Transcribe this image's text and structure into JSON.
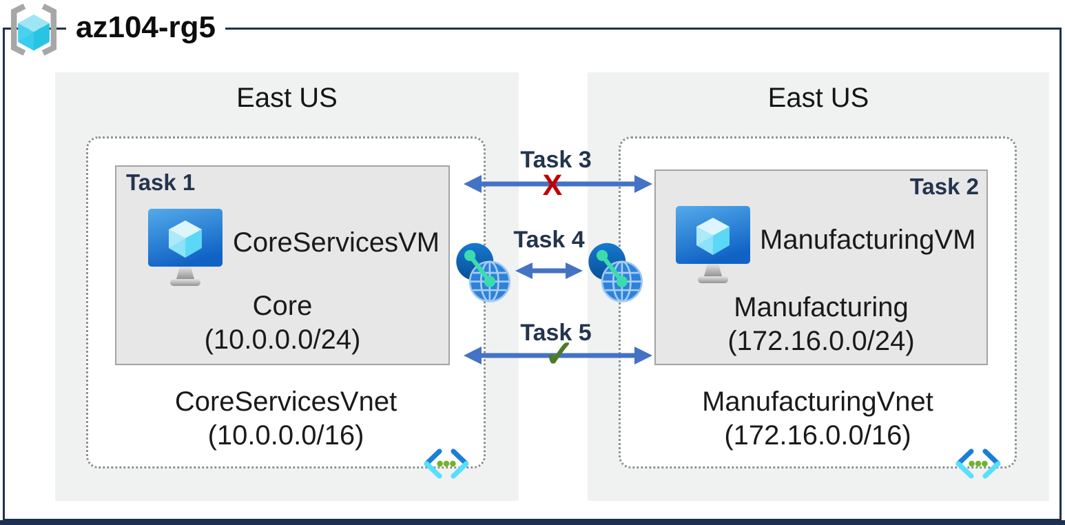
{
  "resource_group": {
    "name": "az104-rg5"
  },
  "regions": [
    {
      "name": "East US",
      "vnet": {
        "name": "CoreServicesVnet",
        "cidr": "(10.0.0.0/16)",
        "subnet": {
          "task": "Task 1",
          "vm": "CoreServicesVM",
          "name": "Core",
          "cidr": "(10.0.0.0/24)"
        }
      }
    },
    {
      "name": "East US",
      "vnet": {
        "name": "ManufacturingVnet",
        "cidr": "(172.16.0.0/16)",
        "subnet": {
          "task": "Task 2",
          "vm": "ManufacturingVM",
          "name": "Manufacturing",
          "cidr": "(172.16.0.0/24)"
        }
      }
    }
  ],
  "connections": [
    {
      "label": "Task 3",
      "marker": "X"
    },
    {
      "label": "Task 4",
      "marker": ""
    },
    {
      "label": "Task 5",
      "marker": "✓"
    }
  ],
  "icons": {
    "header": "resource-group-icon",
    "vm": "virtual-machine-icon",
    "vnet": "virtual-network-icon",
    "peering": "vnet-peering-icon"
  },
  "colors": {
    "frame": "#1e3050",
    "arrow": "#4472c4",
    "blocked_x": "#c00000",
    "allowed_check": "#4e7a27",
    "region_bg": "#f0f1f1",
    "subnet_bg": "#e7e7e8",
    "task_text": "#24344d",
    "vnet_icon_blue": "#1b7fd4",
    "vnet_icon_cyan": "#54e0fe",
    "vnet_icon_green": "#6fb42c",
    "peering_teal": "#3cdcae"
  }
}
